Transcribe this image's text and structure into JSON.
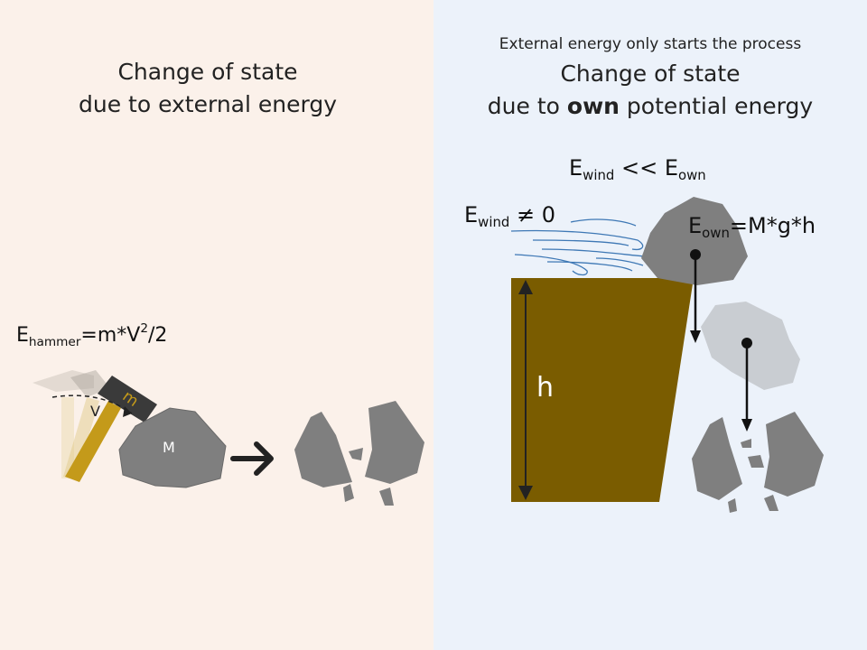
{
  "left": {
    "title_line1": "Change of state",
    "title_line2": "due to external energy",
    "formula_e": "E",
    "formula_sub": "hammer",
    "formula_mid": "=m*V",
    "formula_sup": "2",
    "formula_end": "/2",
    "hammer_mass_label": "m",
    "velocity_label": "V",
    "rock_mass_label": "M"
  },
  "right": {
    "top_note": "External energy only starts the process",
    "title_line1": "Change of state",
    "title_line2_pre": "due to ",
    "title_line2_bold": "own",
    "title_line2_post": " potential energy",
    "compare_e1": "E",
    "compare_sub1": "wind",
    "compare_mid": " << E",
    "compare_sub2": "own",
    "wind_e": "E",
    "wind_sub": "wind",
    "wind_rest": " ≠ 0",
    "own_e": "E",
    "own_sub": "own",
    "own_rest": "=M*g*h",
    "height_label": "h"
  },
  "colors": {
    "left_bg": "#fbf1ea",
    "right_bg": "#ecf2fa",
    "rock": "#7f7f7f",
    "rock_light": "#c9cdd2",
    "cliff": "#7a5c00",
    "hammer_handle": "#c49a1a",
    "hammer_head": "#3a3a3a",
    "wind": "#3e78b5"
  }
}
